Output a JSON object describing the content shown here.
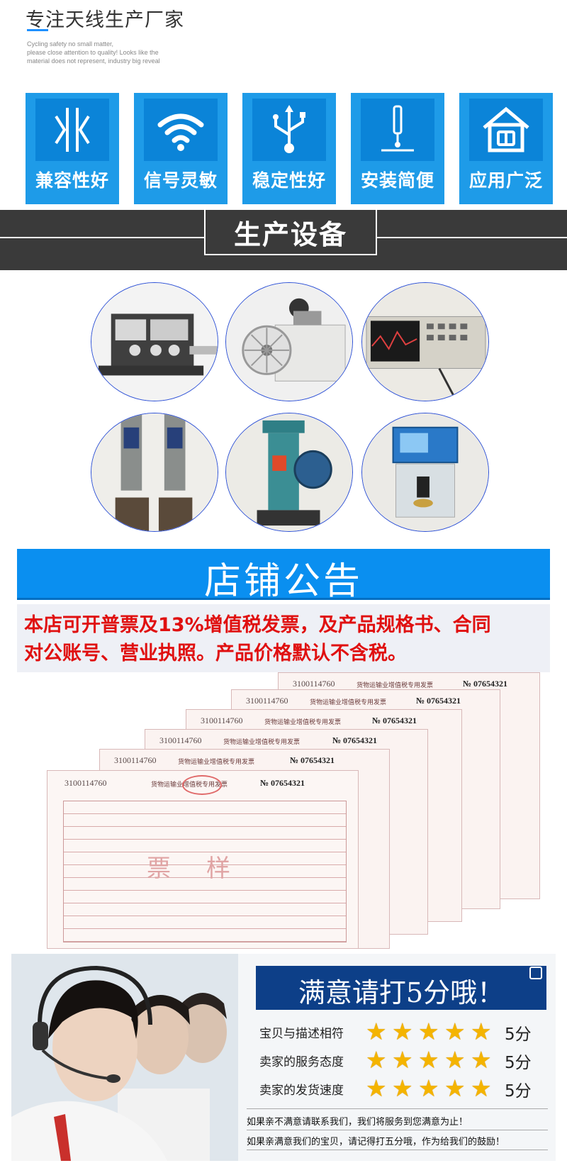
{
  "header": {
    "title": "专注天线生产厂家",
    "subtitle_lines": [
      "Cycling safety no small matter,",
      "please close attention to quality! Looks like the",
      "material does not represent, industry big reveal"
    ]
  },
  "features": [
    {
      "label": "兼容性好",
      "icon": "split-signal-icon"
    },
    {
      "label": "信号灵敏",
      "icon": "wifi-icon"
    },
    {
      "label": "稳定性好",
      "icon": "usb-icon"
    },
    {
      "label": "安装简便",
      "icon": "antenna-plug-icon"
    },
    {
      "label": "应用广泛",
      "icon": "house-icon"
    }
  ],
  "production": {
    "title": "生产设备"
  },
  "notice": {
    "title": "店铺公告",
    "lines": [
      "本店可开普票及13%增值税发票，及产品规格书、合同",
      "对公账号、营业执照。产品价格默认不含税。"
    ]
  },
  "invoice": {
    "number": "3100114760",
    "title": "货物运输业增值税专用发票",
    "serial": "№ 07654321",
    "stamp": "票样"
  },
  "rating": {
    "title": "满意请打5分哦！",
    "rows": [
      {
        "label": "宝贝与描述相符",
        "stars": 5,
        "score": "5分"
      },
      {
        "label": "卖家的服务态度",
        "stars": 5,
        "score": "5分"
      },
      {
        "label": "卖家的发货速度",
        "stars": 5,
        "score": "5分"
      }
    ],
    "footer_lines": [
      "如果亲不满意请联系我们，我们将服务到您满意为止！",
      "如果亲满意我们的宝贝，请记得打五分哦，作为给我们的鼓励！"
    ]
  },
  "colors": {
    "accent": "#1e9be8",
    "dark_band": "#3a3a3a",
    "notice_red": "#e01010",
    "navy": "#0d3f88",
    "star": "#f4b400"
  }
}
